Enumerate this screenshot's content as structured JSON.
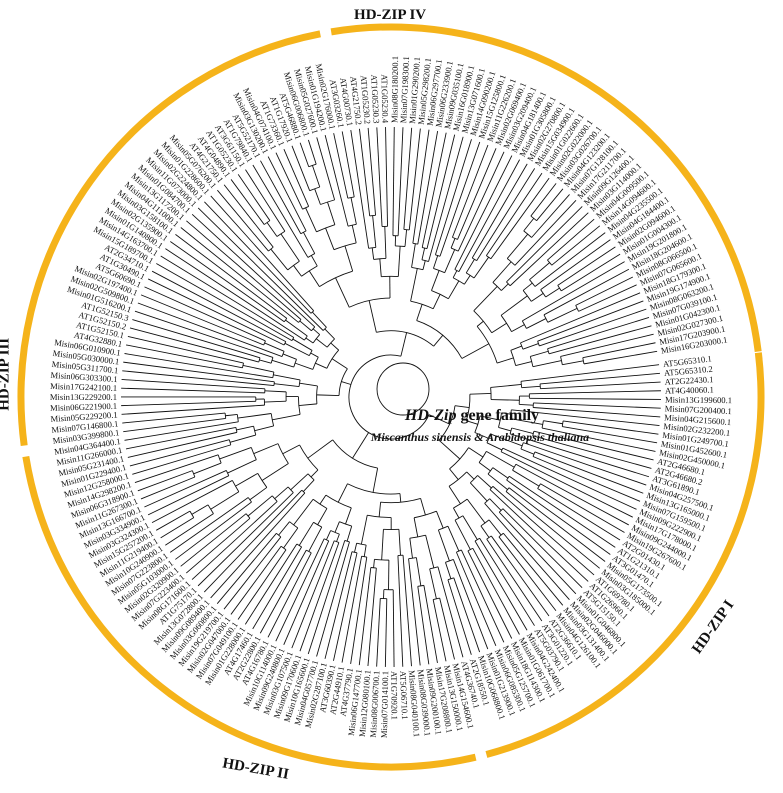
{
  "title": {
    "gene_family_italic": "HD-Zip",
    "gene_family_rest": " gene family",
    "species": "Miscanthus sinensis & Arabidopsis thaliana"
  },
  "colors": {
    "ring": "#F5B31A",
    "lines": "#111111",
    "text": "#111111"
  },
  "groups": [
    {
      "name": "HD-ZIP I",
      "start": 0.0,
      "end": 1.43
    },
    {
      "name": "HD-ZIP II",
      "start": 1.46,
      "end": 3.1
    },
    {
      "name": "HD-ZIP III",
      "start": 3.13,
      "end": 4.64
    },
    {
      "name": "HD-ZIP IV",
      "start": 4.67,
      "end": 6.28
    }
  ],
  "leaves": [
    "AT5G65310.1",
    "AT5G65310.2",
    "AT2G22430.1",
    "AT4G40060.1",
    "Misin13G199600.1",
    "Misin07G200400.1",
    "Misin04G215600.1",
    "Misin02G232200.1",
    "Misin01G249700.1",
    "Misin01G452600.1",
    "Misin02G450000.1",
    "AT2G46680.1",
    "AT2G46680.2",
    "AT3G61890.1",
    "Misin04G257500.1",
    "Misin13G165000.1",
    "Misin07G159500.1",
    "Misin09G222900.1",
    "Misin17G178000.1",
    "Misin09G244000.1",
    "Misin19G267600.1",
    "AT2G01430.1",
    "AT1G21310.1",
    "AT3G01470.1",
    "Misin05G173500.1",
    "Misin03G185000.1",
    "AT1G69780.1",
    "AT1G26960.1",
    "AT5G15150.1",
    "Misin01G046800.1",
    "Misin02G046000.1",
    "Misin03G131400.1",
    "Misin04G126100.1",
    "AT2G36610.1",
    "AT3G01220.1",
    "AT5G03790.1",
    "Misin04G242400.1",
    "Misin01G061700.1",
    "Misin18G114300.1",
    "Misin05G125700.1",
    "Misin06G085300.1",
    "Misin01G213900.1",
    "Misin10G068800.1",
    "AT2G18550.1",
    "AT4G36740.1",
    "Misin14G154600.1",
    "Misin13G150000.1",
    "Misin17G208800.1",
    "Misin09G200100.1",
    "Misin08G039000.1",
    "Misin08G040100.1",
    "AT5G06710.1",
    "AT1G70920.1",
    "Misin07G014100.1",
    "Misin08G006700.1",
    "Misin12G080100.1",
    "Misin06G147700.1",
    "AT4G37790.1",
    "AT2G44910.1",
    "AT3G60390.1",
    "Misin02G287100.1",
    "Misin04G057700.1",
    "Misin10G165600.1",
    "Misin09G170600.1",
    "Misin03G107500.1",
    "Misin09G240800.1",
    "Misin10G114000.1",
    "AT4G16780.1",
    "AT2G22800.1",
    "AT4G17460.1",
    "Misin01G228000.1",
    "Misin07G049100.1",
    "Misin02G047000.1",
    "Misin19G219700.1",
    "Misin03G060800.1",
    "Misin09G089400.1",
    "Misin13G072800.1",
    "AT1G75170.1",
    "Misin08G171600.1",
    "Misin07G223400.1",
    "Misin02G320900.1",
    "Misin05G103000.1",
    "Misin07G223800.1",
    "Misin10G240900.1",
    "Misin11G219400.1",
    "Misin15G257200.1",
    "Misin03G324300.1",
    "Misin03G334900.1",
    "Misin13G166700.1",
    "Misin11G267300.1",
    "Misin06G318900.1",
    "Misin14G298200.1",
    "Misin12G258000.1",
    "Misin01G229400.1",
    "Misin05G231400.1",
    "Misin11G266000.1",
    "Misin04G364400.1",
    "Misin03G399800.1",
    "Misin07G146800.1",
    "Misin05G229200.1",
    "Misin06G221900.1",
    "Misin13G229200.1",
    "Misin17G242100.1",
    "Misin06G303300.1",
    "Misin05G311700.1",
    "Misin05G030000.1",
    "Misin06G010900.1",
    "AT4G32880.1",
    "AT1G52150.1",
    "AT1G52150.2",
    "AT1G52150.3",
    "Misin01G516200.1",
    "Misin02G509800.1",
    "Misin02G197400.1",
    "AT5G60690.1",
    "AT1G30490.1",
    "AT2G34710.1",
    "Misin15G189700.1",
    "Misin14G163700.1",
    "Misin01G140800.1",
    "Misin02G135900.1",
    "Misin03G158100.1",
    "Misin04G111000.1",
    "Misin13G117200.1",
    "Misin01G084700.1",
    "Misin11G073000.1",
    "Misin02G224800.1",
    "Misin01G228600.1",
    "Misin05G076200.1",
    "AT4G21750.1",
    "AT4G04890.1",
    "AT1G05230.1",
    "AT3G61150.1",
    "AT1G79840.1",
    "AT5G52170.1",
    "Misin03G130200.1",
    "Misin04G074100.1",
    "AT1G73360.1",
    "AT1G17920.1",
    "AT5G46880.1",
    "Misin06G006800.1",
    "Misin05G027600.1",
    "Misin01G194200.1",
    "Misin02G176000.1",
    "AT3G03260.1",
    "AT4G00730.1",
    "AT4G21750.2",
    "AT1G05230.2",
    "AT1G05230.3",
    "AT1G05230.4",
    "Misin08G180200.1",
    "Misin07G198300.1",
    "Misin01G290200.1",
    "Misin05G298200.1",
    "Misin06G297700.1",
    "Misin06G233900.1",
    "Misin09G035100.1",
    "Misin16G018900.1",
    "Misin13G071600.1",
    "Misin14G090200.1",
    "Misin15G125800.1",
    "Misin11G226200.1",
    "Misin02G069400.1",
    "Misin03G209400.1",
    "Misin04G181400.1",
    "Misin01G305800.1",
    "Misin02G270800.1",
    "Misin15G034900.1",
    "Misin01G022600.1",
    "Misin02G022000.1",
    "Misin03G026700.1",
    "Misin04G123200.1",
    "Misin07G128100.1",
    "Misin17G211700.1",
    "Misin09G126400.1",
    "Misin03G114000.1",
    "Misin04G009500.1",
    "Misin14G094600.1",
    "Misin04G235500.1",
    "Misin04G184400.1",
    "Misin02G094600.1",
    "Misin01G004300.1",
    "Misin19G201800.1",
    "Misin18G204600.1",
    "Misin08G066500.1",
    "Misin07G065600.1",
    "Misin18G179300.1",
    "Misin19G174900.1",
    "Misin08G063200.1",
    "Misin07G039100.1",
    "Misin01G042300.1",
    "Misin02G027300.1",
    "Misin17G203900.1",
    "Misin16G203000.1"
  ]
}
